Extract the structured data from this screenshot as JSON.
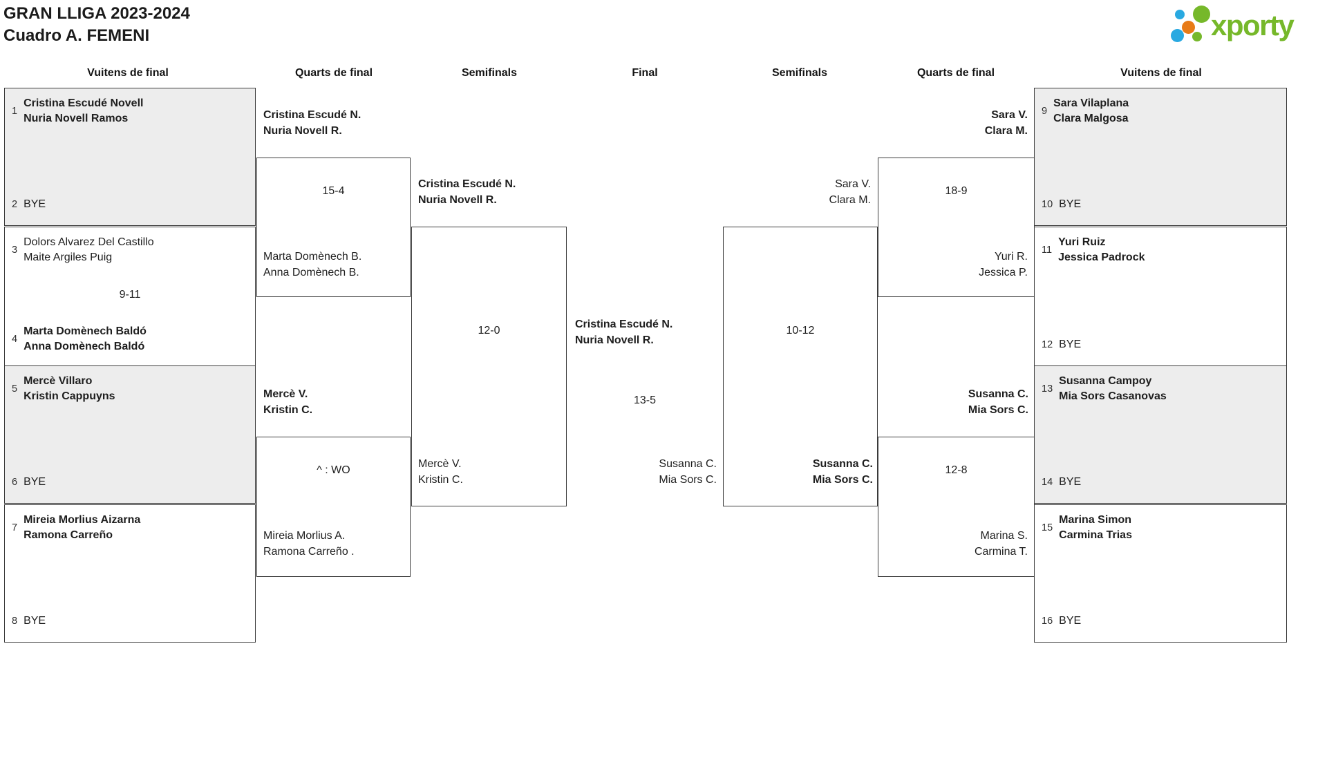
{
  "title": {
    "line1": "GRAN LLIGA 2023-2024",
    "line2": "Cuadro A. FEMENI"
  },
  "logo": {
    "text": "xporty",
    "colors": {
      "green": "#76b82a",
      "blue": "#29a9e1",
      "orange": "#e87b17"
    }
  },
  "round_headers": [
    "Vuitens de final",
    "Quarts de final",
    "Semifinals",
    "Final",
    "Semifinals",
    "Quarts de final",
    "Vuitens de final"
  ],
  "r16_left": {
    "m1": {
      "seed_top": "1",
      "top1": "Cristina Escudé Novell",
      "top2": "Nuria Novell Ramos",
      "top_winner": true,
      "seed_bottom": "2",
      "bottom1": "BYE",
      "score": ""
    },
    "m2": {
      "seed_top": "3",
      "top1": "Dolors Alvarez Del Castillo",
      "top2": "Maite Argiles Puig",
      "top_winner": false,
      "seed_bottom": "4",
      "bottom1": "Marta Domènech Baldó",
      "bottom2": "Anna Domènech Baldó",
      "bottom_winner": true,
      "score": "9-11"
    },
    "m3": {
      "seed_top": "5",
      "top1": "Mercè Villaro",
      "top2": "Kristin Cappuyns",
      "top_winner": true,
      "seed_bottom": "6",
      "bottom1": "BYE",
      "score": ""
    },
    "m4": {
      "seed_top": "7",
      "top1": "Mireia Morlius Aizarna",
      "top2": "Ramona Carreño",
      "top_winner": true,
      "seed_bottom": "8",
      "bottom1": "BYE",
      "score": ""
    }
  },
  "r16_right": {
    "m1": {
      "seed_top": "9",
      "top1": "Sara Vilaplana",
      "top2": "Clara Malgosa",
      "top_winner": true,
      "seed_bottom": "10",
      "bottom1": "BYE",
      "score": ""
    },
    "m2": {
      "seed_top": "11",
      "top1": "Yuri Ruiz",
      "top2": "Jessica Padrock",
      "top_winner": true,
      "seed_bottom": "12",
      "bottom1": "BYE",
      "score": ""
    },
    "m3": {
      "seed_top": "13",
      "top1": "Susanna Campoy",
      "top2": "Mia Sors Casanovas",
      "top_winner": true,
      "seed_bottom": "14",
      "bottom1": "BYE",
      "score": ""
    },
    "m4": {
      "seed_top": "15",
      "top1": "Marina Simon",
      "top2": "Carmina Trias",
      "top_winner": true,
      "seed_bottom": "16",
      "bottom1": "BYE",
      "score": ""
    }
  },
  "qf_left": {
    "m1": {
      "winner1": "Cristina Escudé N.",
      "winner2": "Nuria Novell R.",
      "score": "15-4",
      "loser1": "Marta Domènech B.",
      "loser2": "Anna Domènech B."
    },
    "m2": {
      "winner1": "Mercè V.",
      "winner2": "Kristin C.",
      "score": "^ : WO",
      "loser1": "Mireia Morlius A.",
      "loser2": "Ramona Carreño ."
    }
  },
  "sf_left": {
    "winner1": "Cristina Escudé N.",
    "winner2": "Nuria Novell R.",
    "score": "12-0",
    "loser1": "Mercè V.",
    "loser2": "Kristin C."
  },
  "final": {
    "winner1": "Cristina Escudé N.",
    "winner2": "Nuria Novell R.",
    "score": "13-5",
    "runnerup1": "Susanna C.",
    "runnerup2": "Mia Sors C."
  },
  "sf_right": {
    "top1": "Sara V.",
    "top2": "Clara M.",
    "top_winner": false,
    "score": "10-12",
    "bottom1": "Susanna C.",
    "bottom2": "Mia Sors C.",
    "bottom_winner": true
  },
  "qf_right": {
    "m1": {
      "winner1": "Sara V.",
      "winner2": "Clara M.",
      "score": "18-9",
      "loser1": "Yuri R.",
      "loser2": "Jessica P."
    },
    "m2": {
      "winner1": "Susanna C.",
      "winner2": "Mia Sors C.",
      "score": "12-8",
      "loser1": "Marina S.",
      "loser2": "Carmina T."
    }
  }
}
